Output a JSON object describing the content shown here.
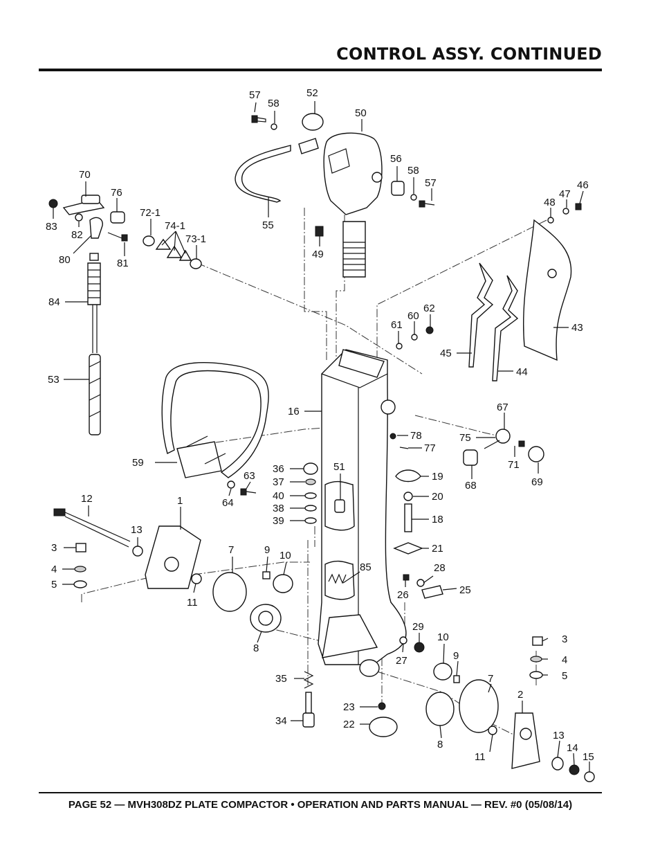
{
  "header": {
    "title": "CONTROL ASSY. CONTINUED"
  },
  "footer": {
    "text": "PAGE 52 — MVH308DZ PLATE COMPACTOR • OPERATION AND PARTS MANUAL — REV. #0 (05/08/14)"
  },
  "callouts": [
    {
      "id": "c57a",
      "text": "57"
    },
    {
      "id": "c58a",
      "text": "58"
    },
    {
      "id": "c52",
      "text": "52"
    },
    {
      "id": "c50",
      "text": "50"
    },
    {
      "id": "c56",
      "text": "56"
    },
    {
      "id": "c58b",
      "text": "58"
    },
    {
      "id": "c57b",
      "text": "57"
    },
    {
      "id": "c55",
      "text": "55"
    },
    {
      "id": "c49",
      "text": "49"
    },
    {
      "id": "c70",
      "text": "70"
    },
    {
      "id": "c76",
      "text": "76"
    },
    {
      "id": "c72_1",
      "text": "72-1"
    },
    {
      "id": "c74_1",
      "text": "74-1"
    },
    {
      "id": "c73_1",
      "text": "73-1"
    },
    {
      "id": "c83",
      "text": "83"
    },
    {
      "id": "c82",
      "text": "82"
    },
    {
      "id": "c80",
      "text": "80"
    },
    {
      "id": "c81",
      "text": "81"
    },
    {
      "id": "c84",
      "text": "84"
    },
    {
      "id": "c53",
      "text": "53"
    },
    {
      "id": "c48",
      "text": "48"
    },
    {
      "id": "c47",
      "text": "47"
    },
    {
      "id": "c46",
      "text": "46"
    },
    {
      "id": "c43",
      "text": "43"
    },
    {
      "id": "c45",
      "text": "45"
    },
    {
      "id": "c44",
      "text": "44"
    },
    {
      "id": "c61",
      "text": "61"
    },
    {
      "id": "c60",
      "text": "60"
    },
    {
      "id": "c62",
      "text": "62"
    },
    {
      "id": "c16",
      "text": "16"
    },
    {
      "id": "c67",
      "text": "67"
    },
    {
      "id": "c75",
      "text": "75"
    },
    {
      "id": "c71",
      "text": "71"
    },
    {
      "id": "c69",
      "text": "69"
    },
    {
      "id": "c68",
      "text": "68"
    },
    {
      "id": "c78",
      "text": "78"
    },
    {
      "id": "c77",
      "text": "77"
    },
    {
      "id": "c19",
      "text": "19"
    },
    {
      "id": "c20",
      "text": "20"
    },
    {
      "id": "c18",
      "text": "18"
    },
    {
      "id": "c21",
      "text": "21"
    },
    {
      "id": "c59",
      "text": "59"
    },
    {
      "id": "c63",
      "text": "63"
    },
    {
      "id": "c64",
      "text": "64"
    },
    {
      "id": "c36",
      "text": "36"
    },
    {
      "id": "c37",
      "text": "37"
    },
    {
      "id": "c40",
      "text": "40"
    },
    {
      "id": "c38",
      "text": "38"
    },
    {
      "id": "c39",
      "text": "39"
    },
    {
      "id": "c51",
      "text": "51"
    },
    {
      "id": "c12",
      "text": "12"
    },
    {
      "id": "c1",
      "text": "1"
    },
    {
      "id": "c13a",
      "text": "13"
    },
    {
      "id": "c3a",
      "text": "3"
    },
    {
      "id": "c4a",
      "text": "4"
    },
    {
      "id": "c5a",
      "text": "5"
    },
    {
      "id": "c7a",
      "text": "7"
    },
    {
      "id": "c9a",
      "text": "9"
    },
    {
      "id": "c10a",
      "text": "10"
    },
    {
      "id": "c11a",
      "text": "11"
    },
    {
      "id": "c85",
      "text": "85"
    },
    {
      "id": "c28",
      "text": "28"
    },
    {
      "id": "c26",
      "text": "26"
    },
    {
      "id": "c25",
      "text": "25"
    },
    {
      "id": "c8a",
      "text": "8"
    },
    {
      "id": "c29",
      "text": "29"
    },
    {
      "id": "c27",
      "text": "27"
    },
    {
      "id": "c10b",
      "text": "10"
    },
    {
      "id": "c9b",
      "text": "9"
    },
    {
      "id": "c7b",
      "text": "7"
    },
    {
      "id": "c3b",
      "text": "3"
    },
    {
      "id": "c4b",
      "text": "4"
    },
    {
      "id": "c5b",
      "text": "5"
    },
    {
      "id": "c2",
      "text": "2"
    },
    {
      "id": "c35",
      "text": "35"
    },
    {
      "id": "c23",
      "text": "23"
    },
    {
      "id": "c22",
      "text": "22"
    },
    {
      "id": "c34",
      "text": "34"
    },
    {
      "id": "c8b",
      "text": "8"
    },
    {
      "id": "c11b",
      "text": "11"
    },
    {
      "id": "c13b",
      "text": "13"
    },
    {
      "id": "c14",
      "text": "14"
    },
    {
      "id": "c15",
      "text": "15"
    }
  ]
}
